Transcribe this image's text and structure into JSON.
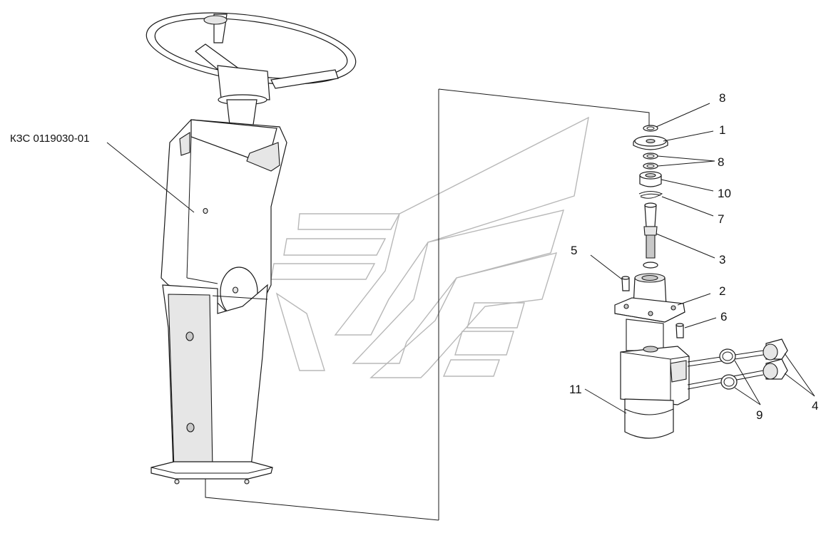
{
  "drawing": {
    "assembly_code": "КЗС 0119030-01",
    "callouts": [
      {
        "id": "c8a",
        "text": "8"
      },
      {
        "id": "c1",
        "text": "1"
      },
      {
        "id": "c8b",
        "text": "8"
      },
      {
        "id": "c10",
        "text": "10"
      },
      {
        "id": "c7",
        "text": "7"
      },
      {
        "id": "c5",
        "text": "5"
      },
      {
        "id": "c3",
        "text": "3"
      },
      {
        "id": "c2",
        "text": "2"
      },
      {
        "id": "c6",
        "text": "6"
      },
      {
        "id": "c11",
        "text": "11"
      },
      {
        "id": "c9",
        "text": "9"
      },
      {
        "id": "c4",
        "text": "4"
      }
    ]
  }
}
